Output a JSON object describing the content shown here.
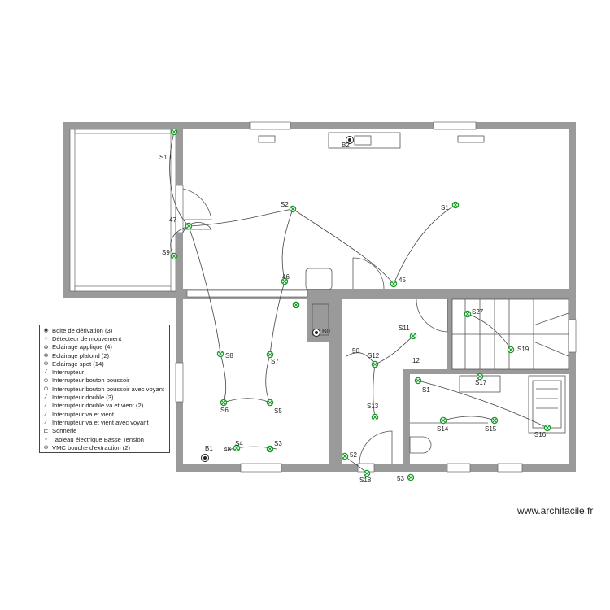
{
  "legend": {
    "items": [
      {
        "icon": "junction-box-icon",
        "glyph": "◉",
        "label": "Boite de dérivation (3)"
      },
      {
        "icon": "motion-detector-icon",
        "glyph": "◌",
        "label": "Détecteur de mouvement"
      },
      {
        "icon": "wall-light-icon",
        "glyph": "⊗",
        "label": "Eclairage applique (4)"
      },
      {
        "icon": "ceiling-light-icon",
        "glyph": "⊗",
        "label": "Eclairage plafond (2)"
      },
      {
        "icon": "spot-light-icon",
        "glyph": "⊛",
        "label": "Eclairage spot (14)"
      },
      {
        "icon": "switch-icon",
        "glyph": "⁄",
        "label": "Interrupteur"
      },
      {
        "icon": "push-button-icon",
        "glyph": "⊙",
        "label": "Interrupteur bouton poussoir"
      },
      {
        "icon": "push-button-indicator-icon",
        "glyph": "⊙",
        "label": "Interrupteur bouton poussoir avec voyant"
      },
      {
        "icon": "double-switch-icon",
        "glyph": "⁄",
        "label": "Interrupteur double (3)"
      },
      {
        "icon": "double-two-way-switch-icon",
        "glyph": "⁄",
        "label": "Interrupteur double va et vient (2)"
      },
      {
        "icon": "two-way-switch-icon",
        "glyph": "⁄",
        "label": "Interrupteur va et vient"
      },
      {
        "icon": "two-way-switch-indicator-icon",
        "glyph": "⁄",
        "label": "Interrupteur va et vient avec voyant"
      },
      {
        "icon": "bell-icon",
        "glyph": "⊏",
        "label": "Sonnerie"
      },
      {
        "icon": "electrical-panel-icon",
        "glyph": "▫",
        "label": "Tableau électrique Basse Tension"
      },
      {
        "icon": "vmc-extraction-icon",
        "glyph": "⊛",
        "label": "VMC bouche d'extraction (2)"
      }
    ]
  },
  "plan_labels": {
    "S10": "S10",
    "n47": "47",
    "S9": "S9",
    "S2": "S2",
    "S1": "S1",
    "n45": "45",
    "n46": "46",
    "B2": "B2",
    "S8": "S8",
    "S7": "S7",
    "S6": "S6",
    "S5": "S5",
    "n48": "48",
    "S4": "S4",
    "S3": "S3",
    "B1": "B1",
    "B0": "B0",
    "n50": "50",
    "S11": "S11",
    "S12": "S12",
    "n12": "12",
    "S13": "S13",
    "n52": "52",
    "S18": "S18",
    "n53": "53",
    "S27": "S27",
    "S19": "S19",
    "S17": "S17",
    "S1b": "S1",
    "S14": "S14",
    "S15": "S15",
    "S16": "S16"
  },
  "colors": {
    "symbol": "#1a9a2a",
    "wall": "#9a9a9a"
  },
  "brand": "www.archifacile.fr"
}
